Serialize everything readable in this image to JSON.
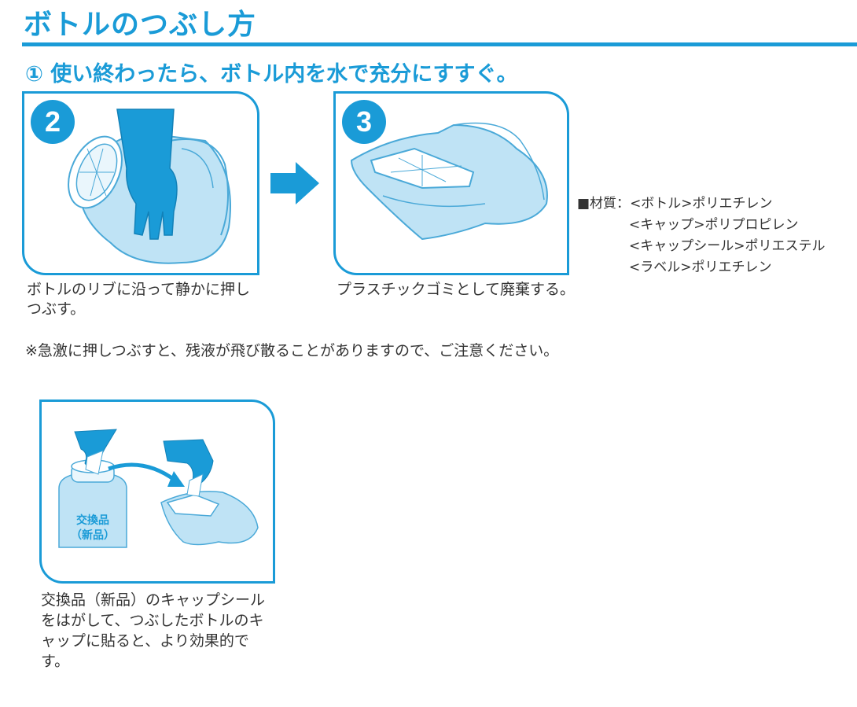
{
  "header": {
    "title": "ボトルのつぶし方",
    "step1": "① 使い終わったら、ボトル内を水で充分にすすぐ。"
  },
  "steps": [
    {
      "number": "2",
      "caption": "ボトルのリブに沿って静かに押しつぶす。"
    },
    {
      "number": "3",
      "caption": "プラスチックゴミとして廃棄する。"
    }
  ],
  "materials": {
    "label": "■材質：",
    "lines": [
      "<ボトル>ポリエチレン",
      "<キャップ>ポリプロピレン",
      "<キャップシール>ポリエステル",
      "<ラベル>ポリエチレン"
    ]
  },
  "note": "※急激に押しつぶすと、残液が飛び散ることがありますので、ご注意ください。",
  "tip": {
    "bottle_label_1": "交換品",
    "bottle_label_2": "（新品）",
    "caption": "交換品（新品）のキャップシールをはがして、つぶしたボトルのキャップに貼ると、より効果的です。"
  },
  "colors": {
    "accent": "#1a9bd7",
    "illustration_fill": "#bfe3f5",
    "illustration_stroke": "#4aa9d8"
  }
}
